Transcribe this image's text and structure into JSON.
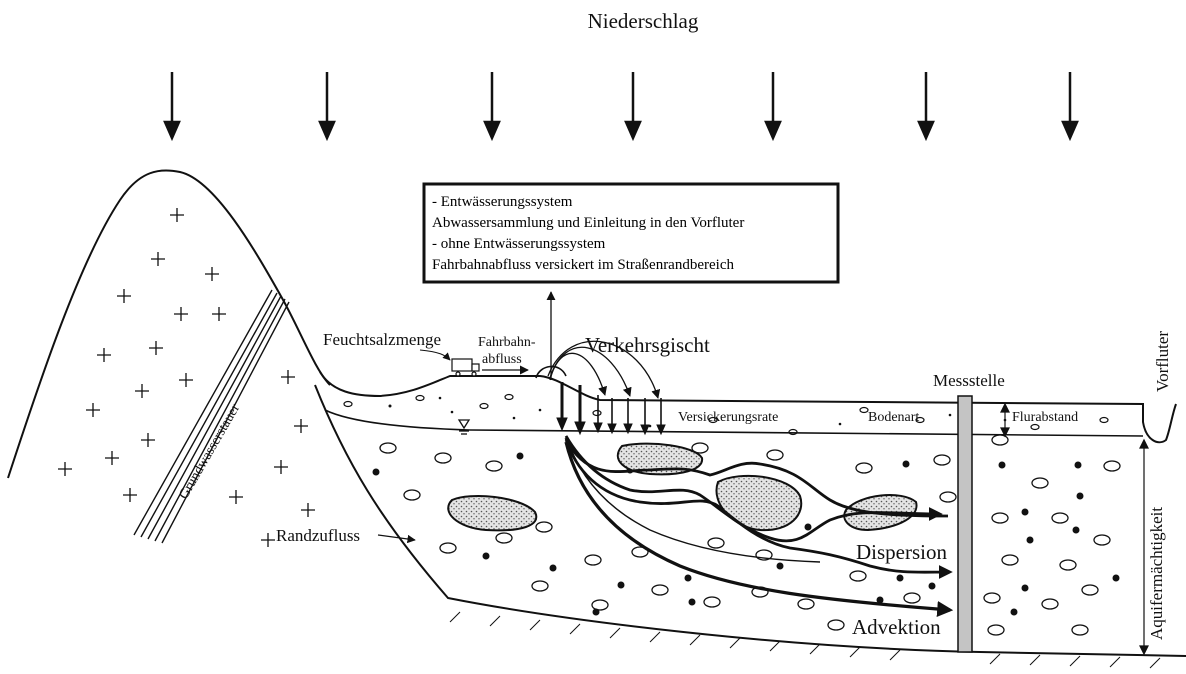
{
  "labels": {
    "precipitation": "Niederschlag",
    "info_box": {
      "line1": "- Entwässerungssystem",
      "line2": "Abwassersammlung und Einleitung in den Vorfluter",
      "line3": "- ohne Entwässerungssystem",
      "line4": "Fahrbahnabfluss versickert im Straßenrandbereich"
    },
    "groundwater_barrier": "Grundwasserstauer",
    "wet_salt": "Feuchtsalzmenge",
    "road_runoff_1": "Fahrbahn-",
    "road_runoff_2": "abfluss",
    "traffic_spray": "Verkehrsgischt",
    "infiltration_rate": "Versickerungsrate",
    "soil_type": "Bodenart",
    "measuring_point": "Messstelle",
    "depth_to_water": "Flurabstand",
    "receiving_water": "Vorfluter",
    "aquifer_thickness": "Aquifermächtigkeit",
    "edge_inflow": "Randzufluss",
    "dispersion": "Dispersion",
    "advection": "Advektion"
  },
  "colors": {
    "ink": "#111111",
    "lens_fill": "#d8d8d8",
    "pipe_fill": "#c4c4c4"
  }
}
